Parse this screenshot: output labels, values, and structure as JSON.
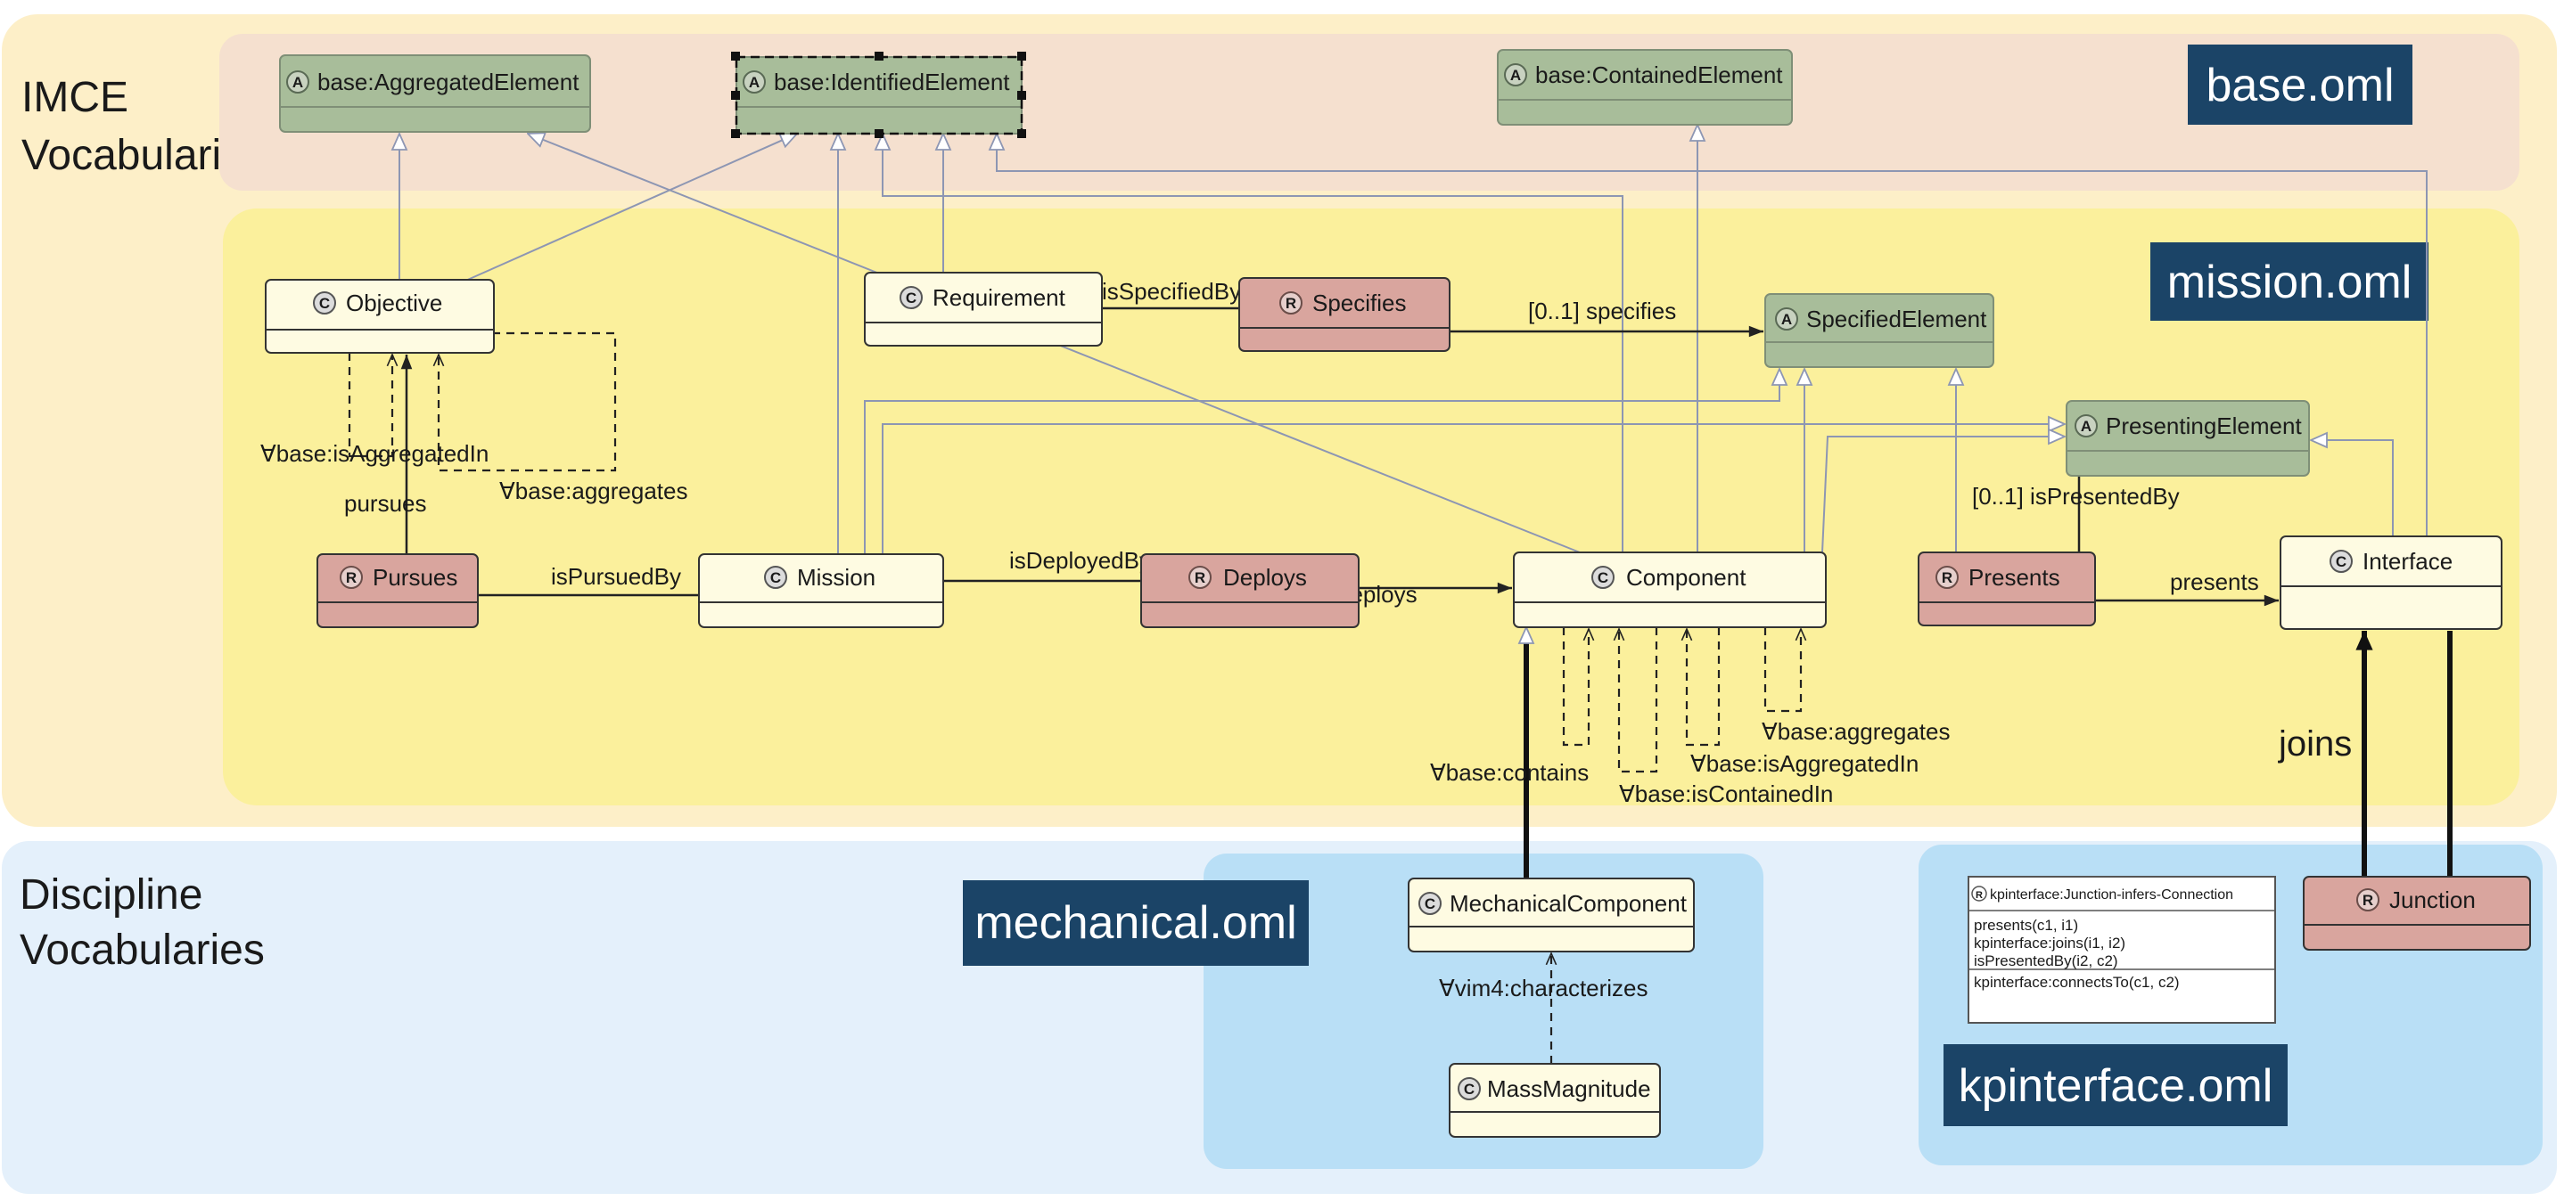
{
  "regions": {
    "imce": {
      "label_lines": [
        "IMCE",
        "Vocabularies"
      ]
    },
    "discipline": {
      "label_lines": [
        "Discipline",
        "Vocabularies"
      ]
    }
  },
  "files": {
    "base": "base.oml",
    "mission": "mission.oml",
    "mechanical": "mechanical.oml",
    "kpinterface": "kpinterface.oml"
  },
  "colors": {
    "imce_region": "#fdefc8",
    "base_panel": "#f5e0cf",
    "mission_panel": "#fbf09c",
    "discipline_region": "#e4f0fb",
    "package_panel": "#b9dff6",
    "badge": "#1b4467",
    "aspect_fill": "#a8bd9a",
    "concept_fill": "#fefbe2",
    "relationship_fill": "#d9a59e",
    "rule_fill": "#ffffff"
  },
  "kinds": {
    "aspect": "A",
    "concept": "C",
    "relationship": "R"
  },
  "nodes": {
    "aggregated_element": {
      "name": "base:AggregatedElement",
      "kind": "aspect"
    },
    "identified_element": {
      "name": "base:IdentifiedElement",
      "kind": "aspect"
    },
    "contained_element": {
      "name": "base:ContainedElement",
      "kind": "aspect"
    },
    "objective": {
      "name": "Objective",
      "kind": "concept"
    },
    "requirement": {
      "name": "Requirement",
      "kind": "concept"
    },
    "specifies_rel": {
      "name": "Specifies",
      "kind": "relationship"
    },
    "specified_element": {
      "name": "SpecifiedElement",
      "kind": "aspect"
    },
    "presenting_element": {
      "name": "PresentingElement",
      "kind": "aspect"
    },
    "pursues_rel": {
      "name": "Pursues",
      "kind": "relationship"
    },
    "mission": {
      "name": "Mission",
      "kind": "concept"
    },
    "deploys_rel": {
      "name": "Deploys",
      "kind": "relationship"
    },
    "component": {
      "name": "Component",
      "kind": "concept"
    },
    "presents_rel": {
      "name": "Presents",
      "kind": "relationship"
    },
    "interface": {
      "name": "Interface",
      "kind": "concept"
    },
    "mechanical_component": {
      "name": "MechanicalComponent",
      "kind": "concept"
    },
    "mass_magnitude": {
      "name": "MassMagnitude",
      "kind": "concept"
    },
    "junction_rel": {
      "name": "Junction",
      "kind": "relationship"
    }
  },
  "rule": {
    "title": "kpinterface:Junction-infers-Connection",
    "antecedents": [
      "presents(c1, i1)",
      "kpinterface:joins(i1, i2)",
      "isPresentedBy(i2, c2)"
    ],
    "consequent": "kpinterface:connectsTo(c1, c2)"
  },
  "edge_labels": {
    "is_specified_by": "isSpecifiedBy",
    "specifies": "[0..1] specifies",
    "is_aggregated_in_objective": "∀base:isAggregatedIn",
    "pursues": "pursues",
    "aggregates_objective": "∀base:aggregates",
    "is_pursued_by": "isPursuedBy",
    "is_deployed_by": "isDeployedBy",
    "deploys": "deploys",
    "is_presented_by": "[0..1] isPresentedBy",
    "presents": "presents",
    "contains": "∀base:contains",
    "aggregates_component": "∀base:aggregates",
    "is_aggregated_in_component": "∀base:isAggregatedIn",
    "is_contained_in": "∀base:isContainedIn",
    "characterizes": "∀vim4:characterizes",
    "joins": "joins"
  }
}
